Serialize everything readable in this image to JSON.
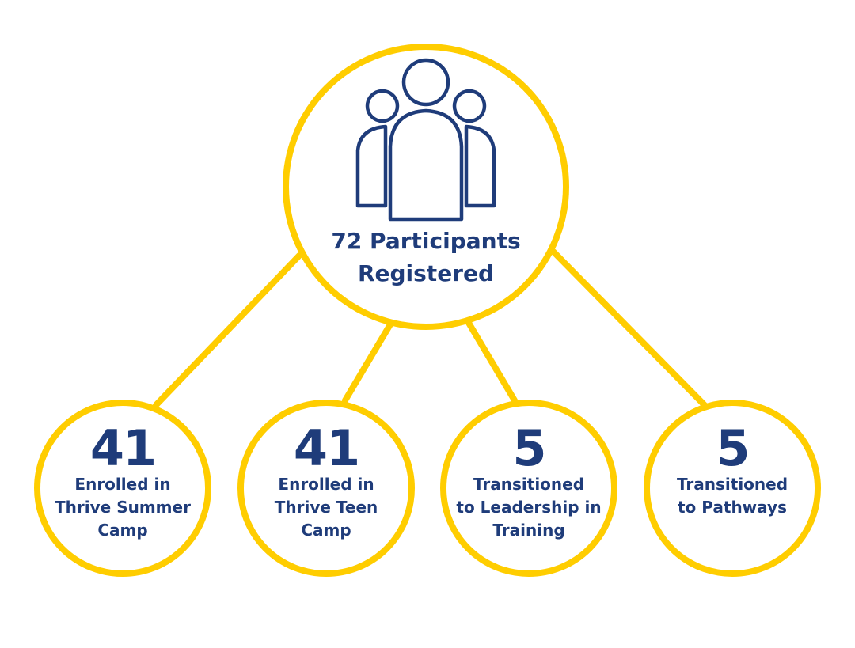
{
  "colors": {
    "ring": "#FFCD00",
    "text": "#1F3C7A"
  },
  "center": {
    "icon": "people-group-icon",
    "line1": "72 Participants",
    "line2": "Registered"
  },
  "outcomes": [
    {
      "number": "41",
      "label": [
        "Enrolled in",
        "Thrive Summer",
        "Camp"
      ]
    },
    {
      "number": "41",
      "label": [
        "Enrolled in",
        "Thrive Teen",
        "Camp"
      ]
    },
    {
      "number": "5",
      "label": [
        "Transitioned",
        "to Leadership in",
        "Training"
      ]
    },
    {
      "number": "5",
      "label": [
        "Transitioned",
        "to Pathways"
      ]
    }
  ]
}
